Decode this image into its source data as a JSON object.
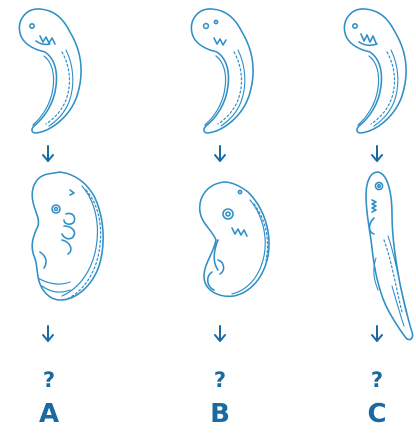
{
  "columns": [
    {
      "question": "?",
      "label": "A"
    },
    {
      "question": "?",
      "label": "B"
    },
    {
      "question": "?",
      "label": "C"
    }
  ],
  "colors": {
    "outline": "#2f8fc7",
    "text": "#1a6aa2",
    "arrow": "#1a6aa2"
  },
  "icons": [
    "embryo-early-stage",
    "embryo-mid-stage",
    "down-arrow"
  ]
}
